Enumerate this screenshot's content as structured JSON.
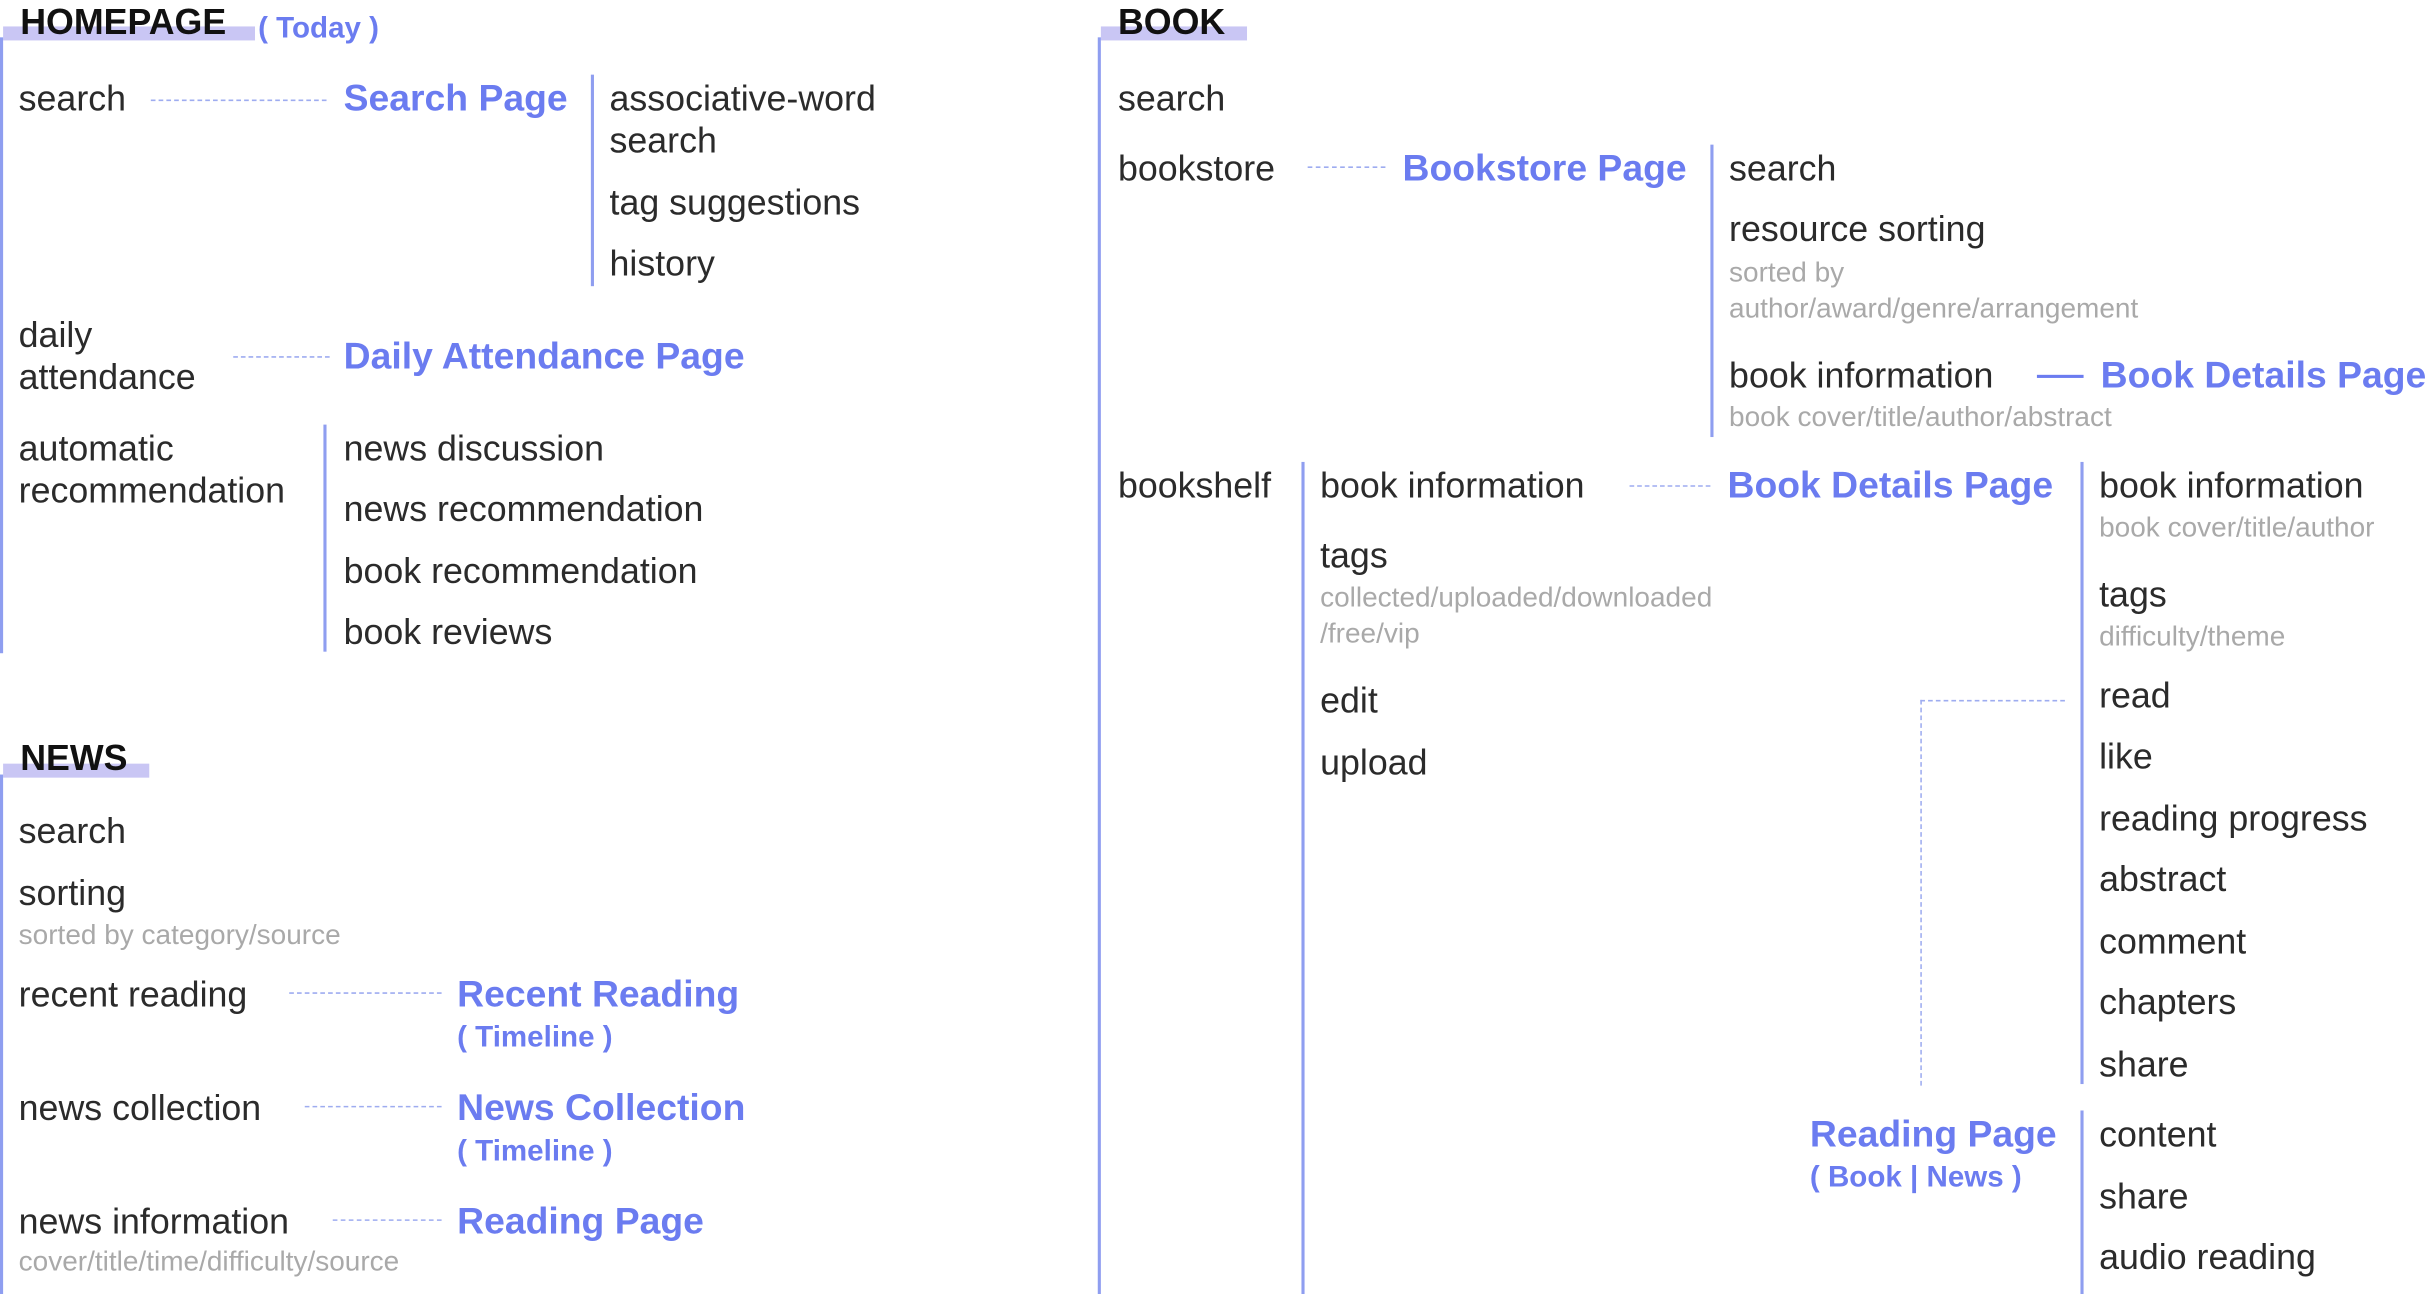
{
  "homepage": {
    "title": "HOMEPAGE",
    "badge": "( Today )",
    "search": "search",
    "search_page": "Search Page",
    "search_children": [
      "associative-word",
      "search",
      "tag suggestions",
      "history"
    ],
    "daily": [
      "daily",
      "attendance"
    ],
    "daily_page": "Daily Attendance Page",
    "auto": [
      "automatic",
      "recommendation"
    ],
    "auto_children": [
      "news discussion",
      "news recommendation",
      "book recommendation",
      "book reviews"
    ]
  },
  "news": {
    "title": "NEWS",
    "search": "search",
    "sorting": "sorting",
    "sorting_sub": "sorted by category/source",
    "recent": "recent reading",
    "recent_page": "Recent Reading",
    "recent_paren": "( Timeline )",
    "collection": "news collection",
    "collection_page": "News Collection",
    "collection_paren": "( Timeline )",
    "info": "news information",
    "info_page": "Reading Page",
    "info_sub": "cover/title/time/difficulty/source"
  },
  "book": {
    "title": "BOOK",
    "search": "search",
    "bookstore": "bookstore",
    "bookstore_page": "Bookstore Page",
    "store_search": "search",
    "sorting": "resource sorting",
    "sorting_sub": [
      "sorted by",
      "author/award/genre/arrangement"
    ],
    "store_info": "book information",
    "store_info_page": "Book Details Page",
    "store_info_sub": "book cover/title/author/abstract",
    "bookshelf": "bookshelf",
    "shelf_info": "book information",
    "shelf_info_page": "Book Details Page",
    "shelf_tags": "tags",
    "shelf_tags_sub": [
      "collected/uploaded/downloaded",
      "/free/vip"
    ],
    "edit": "edit",
    "upload": "upload",
    "details_info": "book information",
    "details_info_sub": "book cover/title/author",
    "details_tags": "tags",
    "details_tags_sub": "difficulty/theme",
    "details_items": [
      "read",
      "like",
      "reading progress",
      "abstract",
      "comment",
      "chapters",
      "share"
    ],
    "reading_page": "Reading Page",
    "reading_paren": "( Book | News )",
    "reading_items": [
      "content",
      "share",
      "audio reading"
    ]
  }
}
